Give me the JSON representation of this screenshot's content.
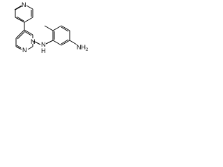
{
  "structure": {
    "atom_labels": {
      "pyridine_n": "N",
      "pyrimidine_n1": "N",
      "pyrimidine_n3": "N",
      "amine_nh": "N",
      "amine_h": "H",
      "amino_nh2": "NH",
      "amino_subscript": "2"
    }
  }
}
